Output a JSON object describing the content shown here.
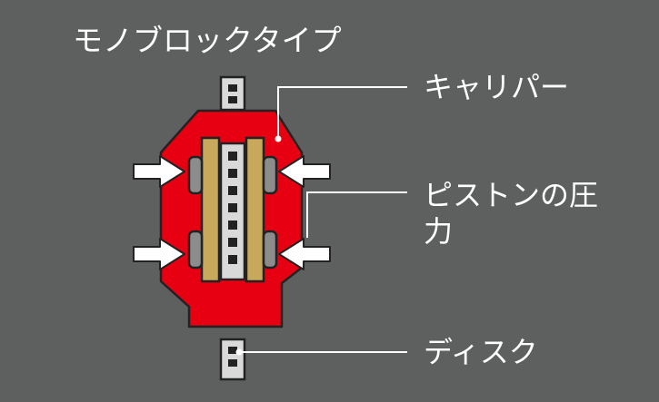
{
  "diagram": {
    "title": "モノブロックタイプ",
    "labels": {
      "caliper": "キャリパー",
      "piston_pressure": "ピストンの圧力",
      "disc": "ディスク"
    }
  },
  "colors": {
    "background": "#5e5f5f",
    "caliper_body": "#e60012",
    "brake_pad": "#c8a85a",
    "piston": "#8c8c8c",
    "disc": "#d9d9d9",
    "arrow": "#ffffff",
    "outline": "#222222"
  },
  "icons": {
    "pressure_arrow": "arrow-right-icon"
  }
}
